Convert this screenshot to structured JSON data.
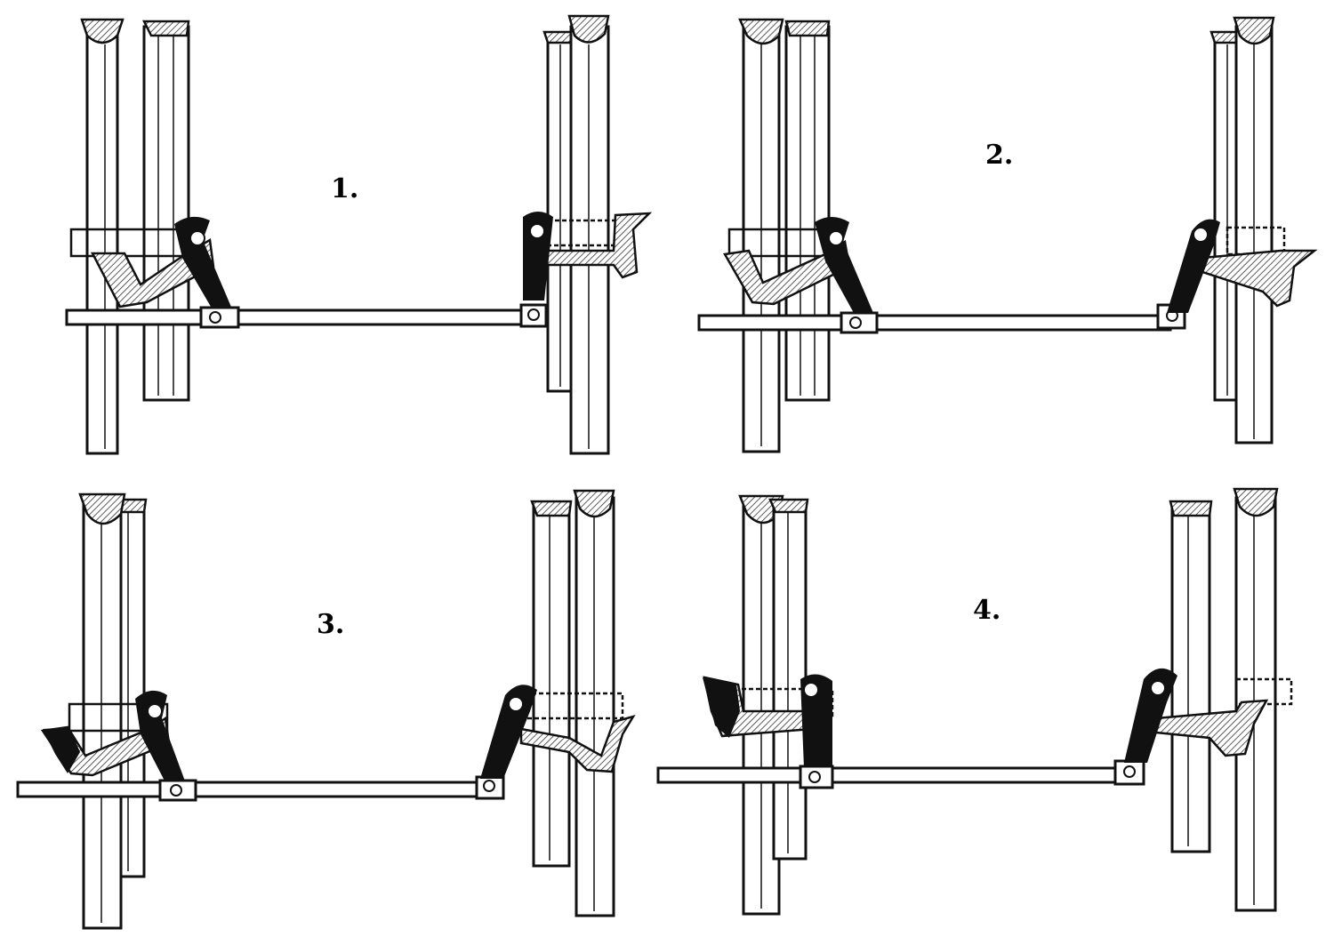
{
  "figure": {
    "colors": {
      "ink": "#111111",
      "paper": "#ffffff",
      "hatch": "#333333"
    },
    "panels": [
      {
        "label": "1."
      },
      {
        "label": "2."
      },
      {
        "label": "3."
      },
      {
        "label": "4."
      }
    ]
  }
}
